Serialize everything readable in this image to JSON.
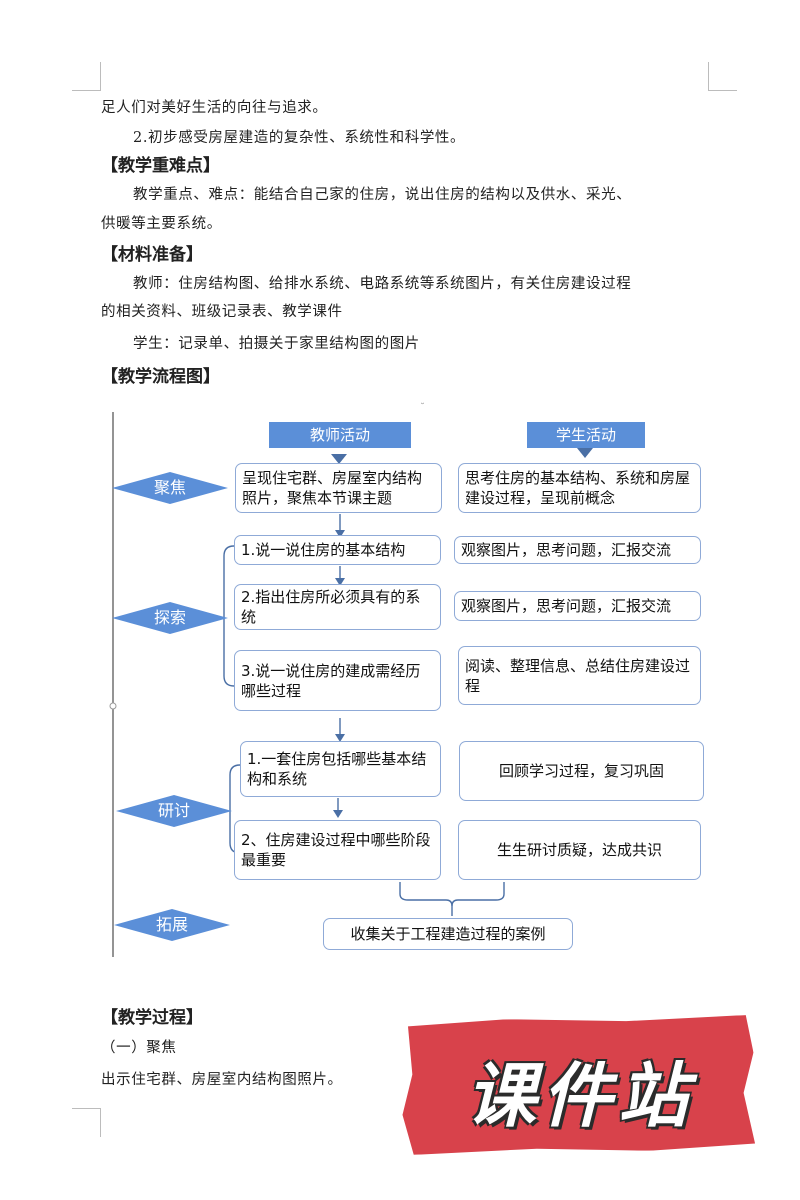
{
  "doc": {
    "line1": "足人们对美好生活的向往与追求。",
    "line2": "2.初步感受房屋建造的复杂性、系统性和科学性。",
    "heading_difficulty": "【教学重难点】",
    "difficulty_1": "教学重点、难点：能结合自己家的住房，说出住房的结构以及供水、采光、",
    "difficulty_2": "供暖等主要系统。",
    "heading_materials": "【材料准备】",
    "teacher_1": "教师：住房结构图、给排水系统、电路系统等系统图片，有关住房建设过程",
    "teacher_2": "的相关资料、班级记录表、教学课件",
    "student": "学生：记录单、拍摄关于家里结构图的图片",
    "heading_flow": "【教学流程图】",
    "heading_process": "【教学过程】",
    "section_1": "（一）聚焦",
    "process_1": "出示住宅群、房屋室内结构图照片。"
  },
  "flow": {
    "teacher_header": "教师活动",
    "student_header": "学生活动",
    "stages": [
      "聚焦",
      "探索",
      "研讨",
      "拓展"
    ],
    "focus_teacher": "呈现住宅群、房屋室内结构照片，聚焦本节课主题",
    "focus_student": "思考住房的基本结构、系统和房屋建设过程，呈现前概念",
    "explore_teacher": [
      "1.说一说住房的基本结构",
      "2.指出住房所必须具有的系统",
      "3.说一说住房的建成需经历哪些过程"
    ],
    "explore_student": [
      "观察图片，思考问题，汇报交流",
      "观察图片，思考问题，汇报交流",
      "阅读、整理信息、总结住房建设过程"
    ],
    "discuss_teacher": [
      "1.一套住房包括哪些基本结构和系统",
      "2、住房建设过程中哪些阶段最重要"
    ],
    "discuss_student": [
      "回顾学习过程，复习巩固",
      "生生研讨质疑，达成共识"
    ],
    "extend": "收集关于工程建造过程的案例"
  },
  "stamp": {
    "text": "课件站"
  }
}
